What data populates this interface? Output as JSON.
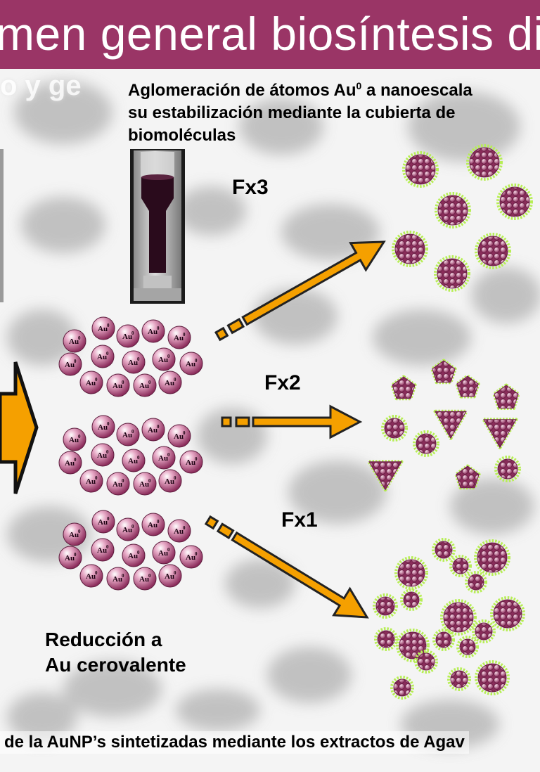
{
  "header": {
    "title": "men general biosíntesis dife"
  },
  "ghost_text": "o y ge",
  "caption": {
    "line1_pre": "Aglomeración de átomos Au",
    "line1_sup": "0",
    "line1_post": " a nanoescala",
    "line2": "su estabilización mediante la cubierta de",
    "line3": "biomoléculas"
  },
  "fractions": {
    "fx3": "Fx3",
    "fx2": "Fx2",
    "fx1": "Fx1"
  },
  "reduction": {
    "line1": "Reducción a",
    "line2": "Au cerovalente"
  },
  "atom_label": {
    "symbol": "Au",
    "oxidation": "0"
  },
  "footer": "de la AuNP’s sintetizadas mediante los extractos de Agav",
  "colors": {
    "title_bar": "#9a3566",
    "arrow_fill": "#f5a000",
    "arrow_stroke": "#222222",
    "atom_fill": "#b8457c",
    "particle_fill": "#a03a6c",
    "coating": "#b7ee55"
  }
}
